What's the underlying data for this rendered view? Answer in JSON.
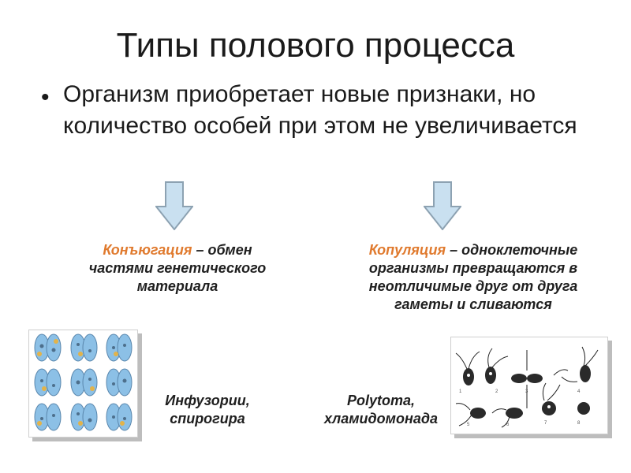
{
  "title": "Типы полового процесса",
  "bullet": "Организм приобретает новые признаки, но количество особей при этом не увеличивается",
  "left": {
    "term": "Конъюгация",
    "description": " – обмен частями генетического материала",
    "caption": "Инфузории, спирогира"
  },
  "right": {
    "term": "Копуляция",
    "description": " – одноклеточные организмы превращаются в неотличимые друг от друга гаметы и сливаются",
    "caption": "Polytoma, хламидомонада"
  },
  "colors": {
    "term": "#e07a2e",
    "arrow_fill": "#c9e0f0",
    "arrow_stroke": "#8da2b2",
    "cell_fill": "#8cc0e6"
  }
}
